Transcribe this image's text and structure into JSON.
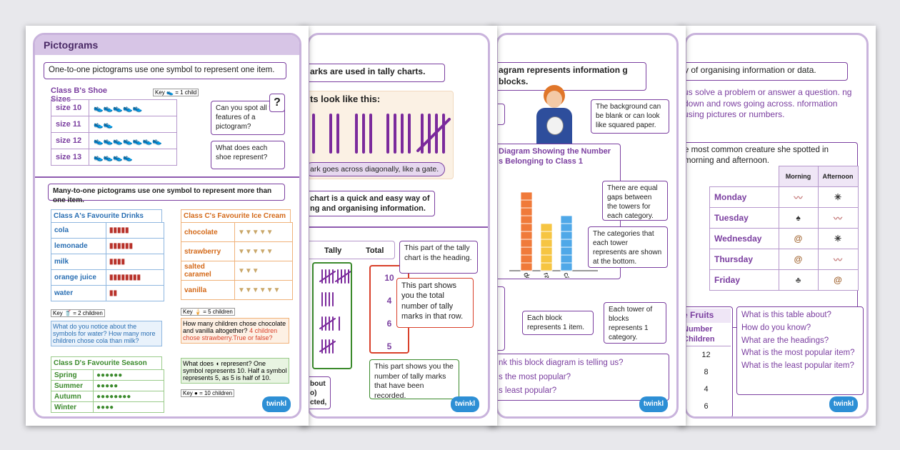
{
  "sheet1": {
    "title": "Pictograms",
    "intro": "One-to-one pictograms use one symbol to represent one item.",
    "shoe_title": "Class B's Shoe Sizes",
    "shoe_key": "Key 👟 = 1 child",
    "shoe_rows": [
      {
        "label": "size 10",
        "count": 5
      },
      {
        "label": "size 11",
        "count": 2
      },
      {
        "label": "size 12",
        "count": 7
      },
      {
        "label": "size 13",
        "count": 4
      }
    ],
    "q1": "Can you spot all the features of a pictogram?",
    "q_mark": "?",
    "q2": "What does each shoe represent?",
    "many_intro": "Many-to-one pictograms use one symbol to represent more than one item.",
    "drinks_title": "Class A's Favourite Drinks",
    "drinks": [
      {
        "label": "cola",
        "count": 5
      },
      {
        "label": "lemonade",
        "count": 6
      },
      {
        "label": "milk",
        "count": 4
      },
      {
        "label": "orange juice",
        "count": 8
      },
      {
        "label": "water",
        "count": 2
      }
    ],
    "drinks_key": "Key 🥤 = 2 children",
    "drinks_q": "What do you notice about the symbols for water? How many more children chose cola than milk?",
    "ice_title": "Class C's Favourite Ice Cream",
    "ice": [
      {
        "label": "chocolate",
        "count": 5
      },
      {
        "label": "strawberry",
        "count": 5
      },
      {
        "label": "salted caramel",
        "count": 3
      },
      {
        "label": "vanilla",
        "count": 6
      }
    ],
    "ice_key": "Key 🍦 = 5 children",
    "ice_q": "How many children chose chocolate and vanilla altogether?",
    "ice_q_red": "4 children chose strawberry.True or false?",
    "season_title": "Class D's Favourite Season",
    "seasons": [
      {
        "label": "Spring",
        "count": 6
      },
      {
        "label": "Summer",
        "count": 5
      },
      {
        "label": "Autumn",
        "count": 8
      },
      {
        "label": "Winter",
        "count": 4
      }
    ],
    "season_q": "What does ◖ represent? One symbol represents 10. Half a symbol represents 5, as 5 is half of 10.",
    "season_key": "Key ● = 10 children",
    "logo": "twinkl"
  },
  "sheet2": {
    "intro": "arks are used in tally charts.",
    "look": "ts look like this:",
    "gate_note": "ark goes across diagonally, like a gate.",
    "chart_note": "chart is a quick and easy way of ng and organising information.",
    "col_tally": "Tally",
    "col_total": "Total",
    "totals": [
      "10",
      "4",
      "6",
      "5"
    ],
    "heading_note": "This part of the tally chart is the heading.",
    "total_note": "This part shows you the total number of tally marks in that row.",
    "marks_note": "This part shows you the number of tally marks that have been recorded.",
    "bottom_note": "bout o) cted,",
    "logo": "twinkl"
  },
  "sheet3": {
    "intro": "agram represents information g blocks.",
    "bg_note": "The background can be blank or can look like squared paper.",
    "chart_title": "Diagram Showing the Number s Belonging to Class 1",
    "gaps_note": "There are equal gaps between the towers for each category.",
    "categories_note": "The categories that each tower represents are shown at the bottom.",
    "block_note": "Each block represents 1 item.",
    "tower_note": "Each tower of blocks represents 1 category.",
    "q1": "nk this block diagram is telling us?",
    "q2": "s the most popular?",
    "q3": "s least popular?",
    "logo": "twinkl"
  },
  "sheet4": {
    "intro": "y of organising information or data.",
    "desc": "us solve a problem or answer a question. ng down and rows going across. nformation using pictures or numbers.",
    "creature_intro": "e most common creature she spotted in morning and afternoon.",
    "col_morning": "Morning",
    "col_afternoon": "Afternoon",
    "days": [
      "Monday",
      "Tuesday",
      "Wednesday",
      "Thursday",
      "Friday"
    ],
    "fruit_title": "e Fruits",
    "fruit_col": "Number Children",
    "fruit_values": [
      "12",
      "8",
      "4",
      "6"
    ],
    "questions": [
      "What is this table about?",
      "How do you know?",
      "What are the headings?",
      "What is the most popular item?",
      "What is the least popular item?"
    ],
    "logo": "twinkl"
  },
  "chart_data": {
    "type": "bar",
    "categories": [
      "dog",
      "rabbit",
      "cat"
    ],
    "values": [
      10,
      6,
      7
    ],
    "title": "Diagram Showing the Number s Belonging to Class 1",
    "xlabel": "",
    "ylabel": "",
    "colors": [
      "#f07a3a",
      "#f6c542",
      "#4fa8e8"
    ]
  }
}
